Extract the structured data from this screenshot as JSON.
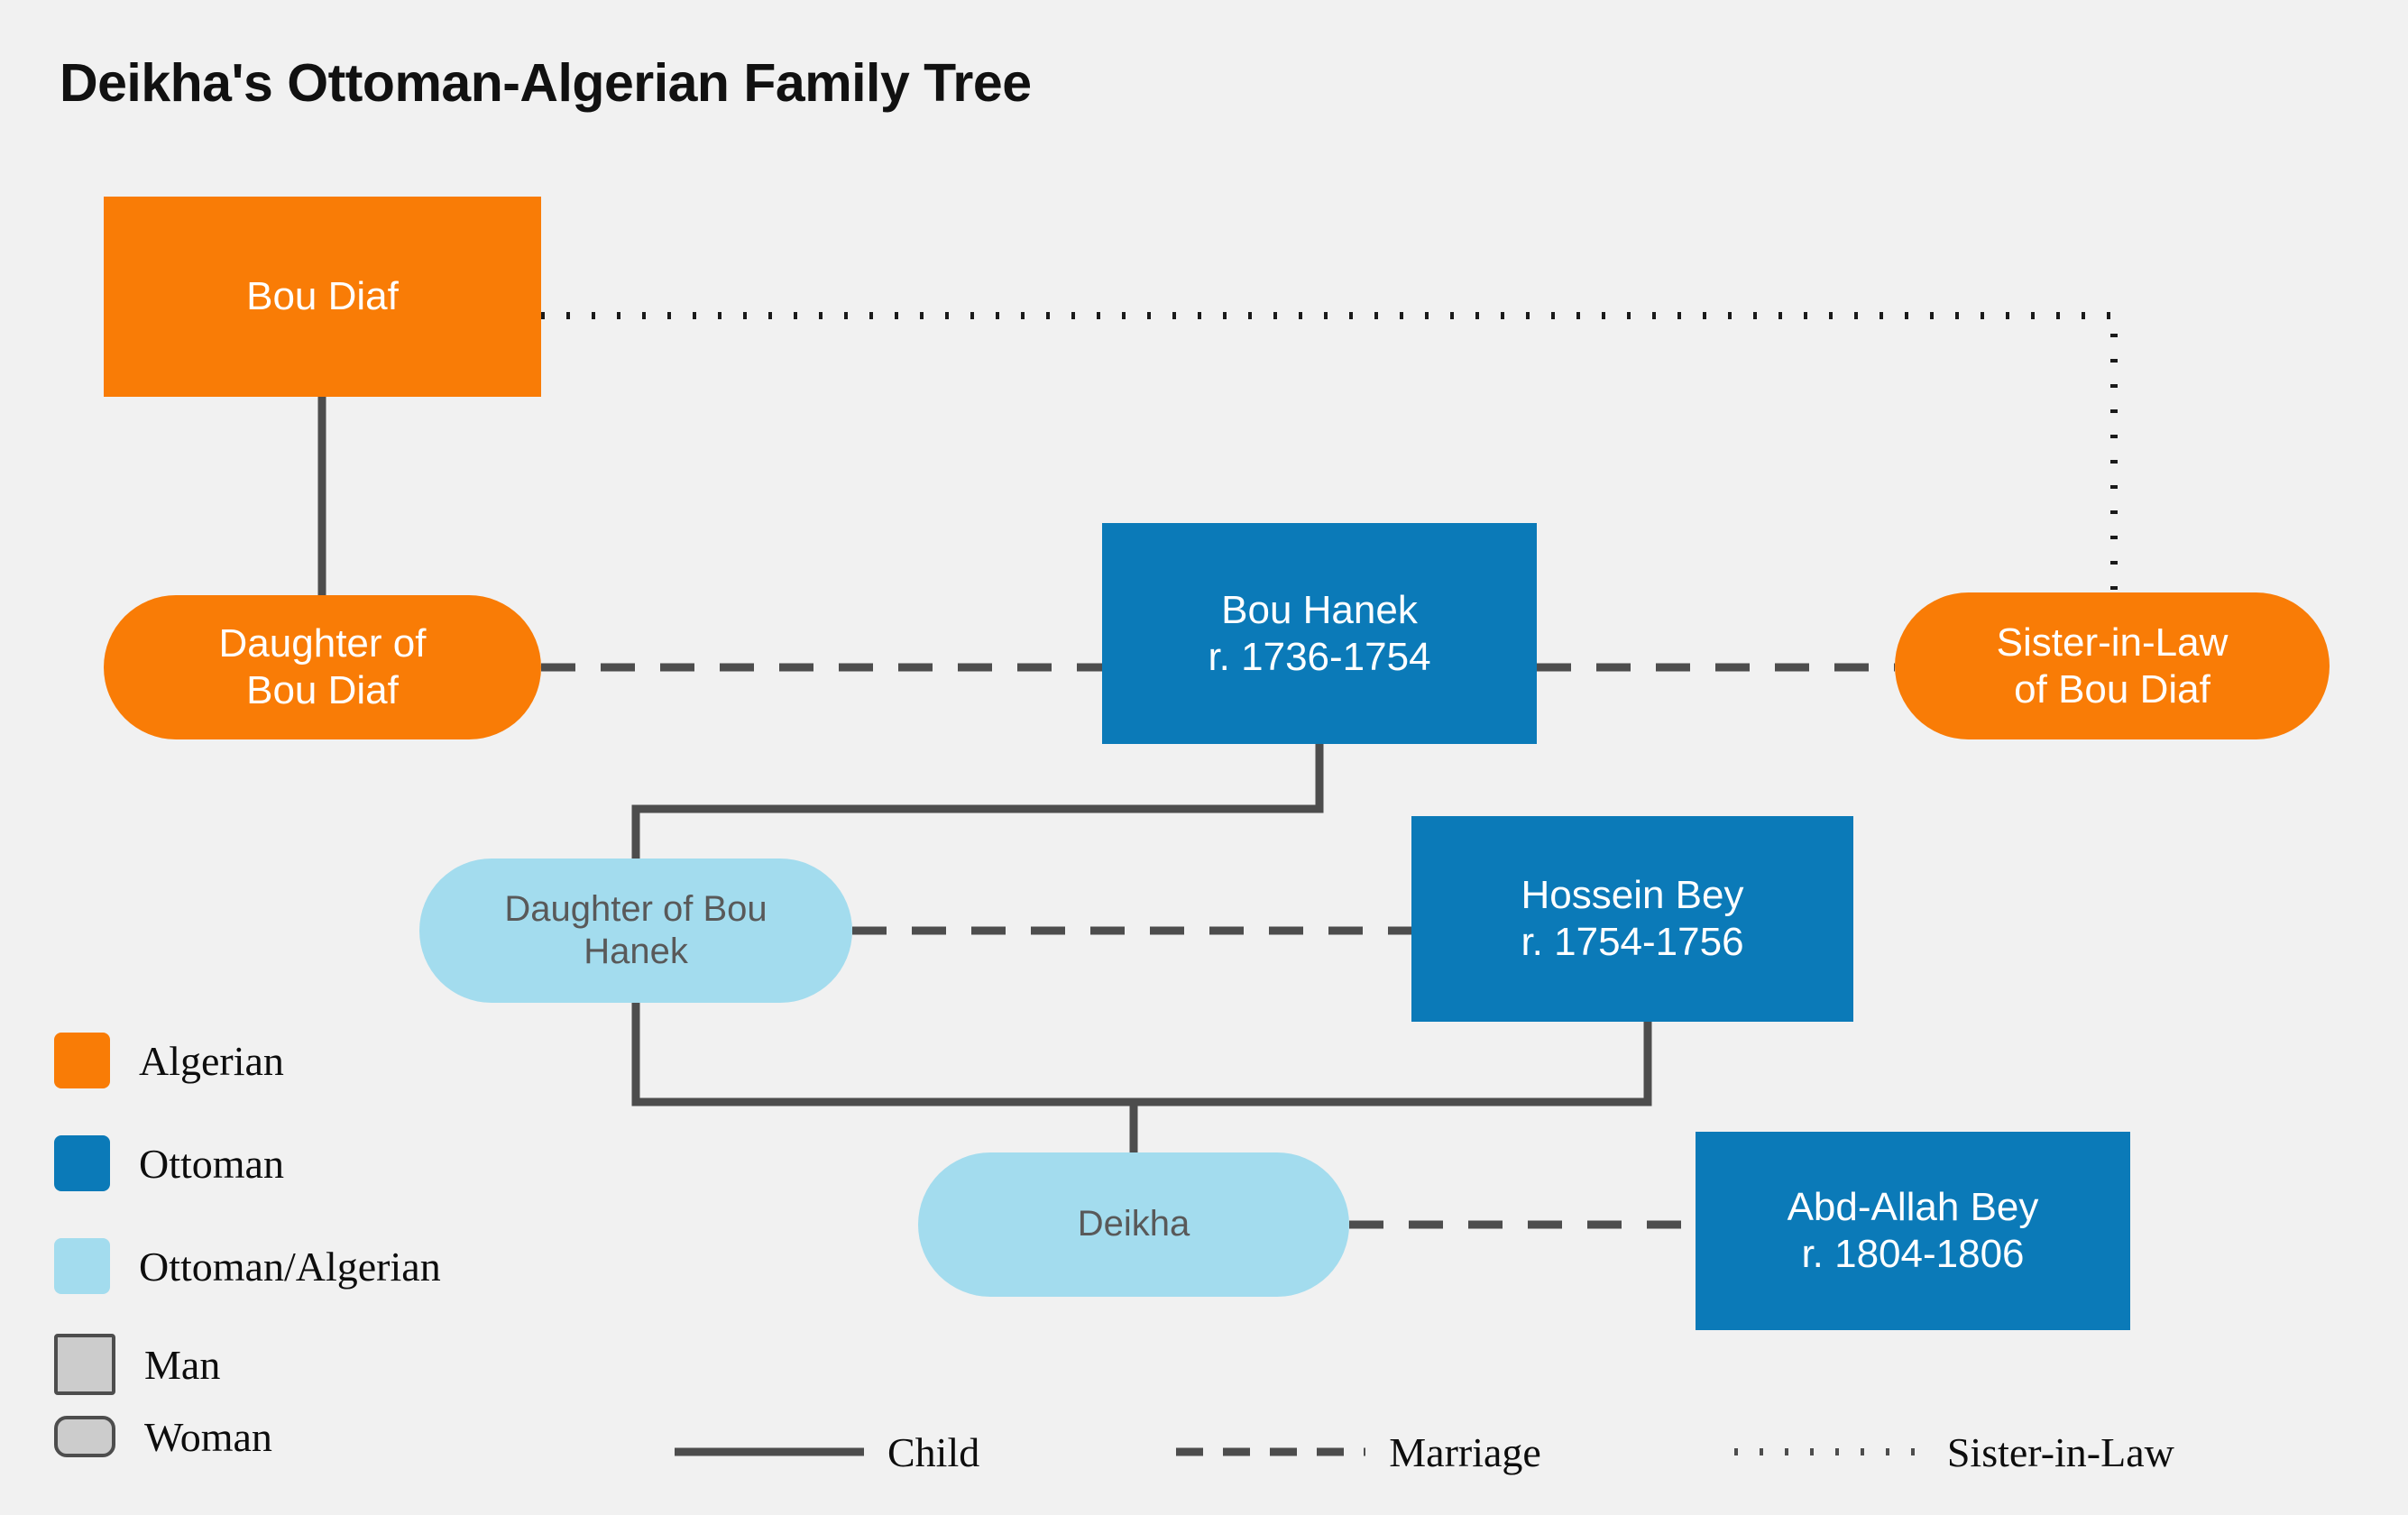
{
  "title": "Deikha's Ottoman-Algerian Family Tree",
  "colors": {
    "background": "#f1f1f1",
    "algerian": "#f97c06",
    "ottoman": "#0b7ab8",
    "ottoman_algerian": "#a3dcee",
    "line": "#4d4d4d",
    "light_text": "#ffffff",
    "mixed_text": "#595959",
    "legend_text": "#0d0d0d"
  },
  "nodes": [
    {
      "id": "bou-diaf",
      "label": "Bou Diaf",
      "name": "Bou Diaf",
      "reign": "",
      "category": "Algerian",
      "gender": "Man",
      "shape": "rectangle"
    },
    {
      "id": "daughter-bou-diaf",
      "label": "Daughter of\nBou Diaf",
      "name": "Daughter of Bou Diaf",
      "reign": "",
      "category": "Algerian",
      "gender": "Woman",
      "shape": "pill"
    },
    {
      "id": "bou-hanek",
      "label": "Bou Hanek\nr. 1736-1754",
      "name": "Bou Hanek",
      "reign": "r. 1736-1754",
      "category": "Ottoman",
      "gender": "Man",
      "shape": "rectangle"
    },
    {
      "id": "sister-in-law",
      "label": "Sister-in-Law\nof Bou Diaf",
      "name": "Sister-in-Law of Bou Diaf",
      "reign": "",
      "category": "Algerian",
      "gender": "Woman",
      "shape": "pill"
    },
    {
      "id": "daughter-bou-hanek",
      "label": "Daughter of Bou\nHanek",
      "name": "Daughter of Bou Hanek",
      "reign": "",
      "category": "Ottoman/Algerian",
      "gender": "Woman",
      "shape": "pill"
    },
    {
      "id": "hossein-bey",
      "label": "Hossein Bey\nr. 1754-1756",
      "name": "Hossein Bey",
      "reign": "r. 1754-1756",
      "category": "Ottoman",
      "gender": "Man",
      "shape": "rectangle"
    },
    {
      "id": "deikha",
      "label": "Deikha",
      "name": "Deikha",
      "reign": "",
      "category": "Ottoman/Algerian",
      "gender": "Woman",
      "shape": "pill"
    },
    {
      "id": "abd-allah-bey",
      "label": "Abd-Allah Bey\nr. 1804-1806",
      "name": "Abd-Allah Bey",
      "reign": "r. 1804-1806",
      "category": "Ottoman",
      "gender": "Man",
      "shape": "rectangle"
    }
  ],
  "edges": [
    {
      "from": "bou-diaf",
      "to": "daughter-bou-diaf",
      "relation": "Child"
    },
    {
      "from": "daughter-bou-diaf",
      "to": "bou-hanek",
      "relation": "Marriage"
    },
    {
      "from": "bou-hanek",
      "to": "sister-in-law",
      "relation": "Marriage"
    },
    {
      "from": "bou-diaf",
      "to": "sister-in-law",
      "relation": "Sister-in-Law"
    },
    {
      "from": "bou-hanek",
      "to": "daughter-bou-hanek",
      "relation": "Child"
    },
    {
      "from": "daughter-bou-hanek",
      "to": "hossein-bey",
      "relation": "Marriage"
    },
    {
      "from": "daughter-bou-hanek",
      "to": "deikha",
      "relation": "Child"
    },
    {
      "from": "hossein-bey",
      "to": "deikha",
      "relation": "Child"
    },
    {
      "from": "deikha",
      "to": "abd-allah-bey",
      "relation": "Marriage"
    }
  ],
  "legend": {
    "categories": [
      {
        "label": "Algerian",
        "color": "#f97c06"
      },
      {
        "label": "Ottoman",
        "color": "#0b7ab8"
      },
      {
        "label": "Ottoman/Algerian",
        "color": "#a3dcee"
      }
    ],
    "shapes": [
      {
        "label": "Man",
        "shape": "square"
      },
      {
        "label": "Woman",
        "shape": "rounded"
      }
    ],
    "lines": [
      {
        "label": "Child",
        "style": "solid"
      },
      {
        "label": "Marriage",
        "style": "dashed"
      },
      {
        "label": "Sister-in-Law",
        "style": "dotted"
      }
    ]
  }
}
